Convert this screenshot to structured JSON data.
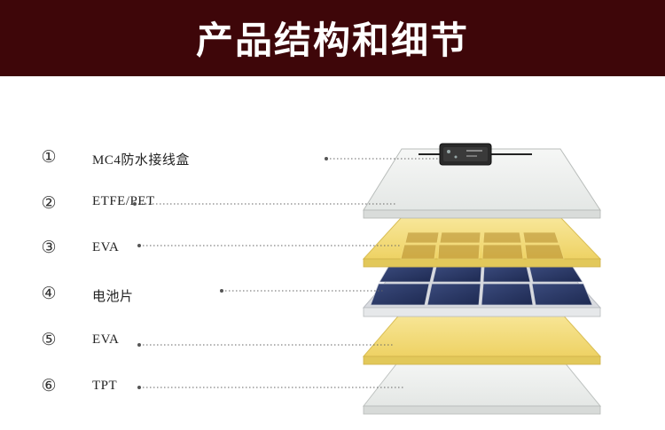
{
  "header": {
    "title": "产品结构和细节"
  },
  "layers": [
    {
      "num": "①",
      "label": "MC4防水接线盒"
    },
    {
      "num": "②",
      "label": "ETFE/PET"
    },
    {
      "num": "③",
      "label": "EVA"
    },
    {
      "num": "④",
      "label": "电池片"
    },
    {
      "num": "⑤",
      "label": "EVA"
    },
    {
      "num": "⑥",
      "label": "TPT"
    }
  ],
  "colors": {
    "banner": "#3e0609",
    "eva": "#f2dc74",
    "cell": "#2b3a66",
    "glass": "#eef0ee"
  }
}
